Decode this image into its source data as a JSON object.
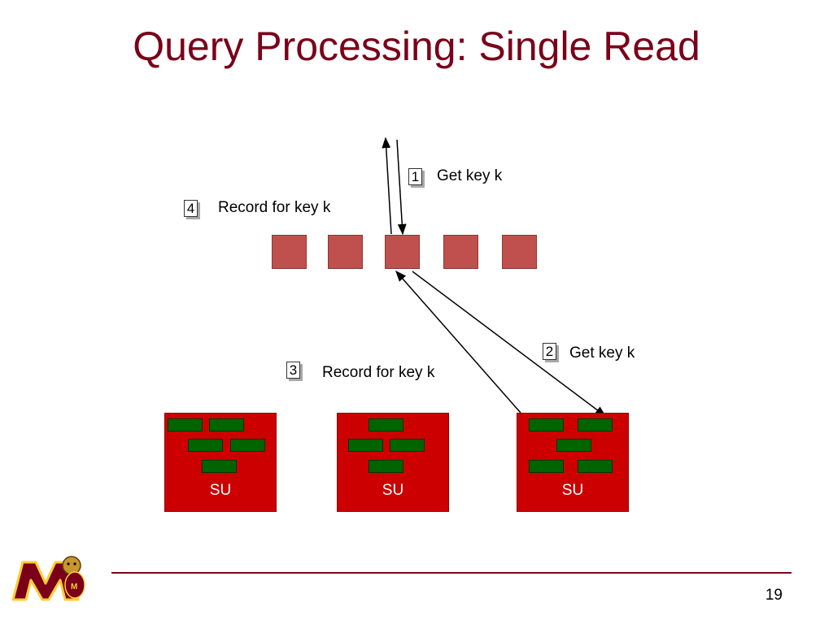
{
  "slide": {
    "title": "Query Processing: Single Read",
    "page_number": "19"
  },
  "steps": [
    {
      "number": "1",
      "label": "Get key k"
    },
    {
      "number": "2",
      "label": "Get key k"
    },
    {
      "number": "3",
      "label": "Record for key k"
    },
    {
      "number": "4",
      "label": "Record for key k"
    }
  ],
  "routers": {
    "count": 5,
    "color": "#c0504d"
  },
  "storage_units": [
    {
      "label": "SU",
      "records": 5
    },
    {
      "label": "SU",
      "records": 4
    },
    {
      "label": "SU",
      "records": 5
    }
  ],
  "colors": {
    "title": "#7a0019",
    "storage_unit": "#cc0000",
    "record": "#006400",
    "footer_rule": "#7a0019"
  },
  "logo": {
    "icon": "university-m-mascot-icon",
    "text": "M"
  }
}
